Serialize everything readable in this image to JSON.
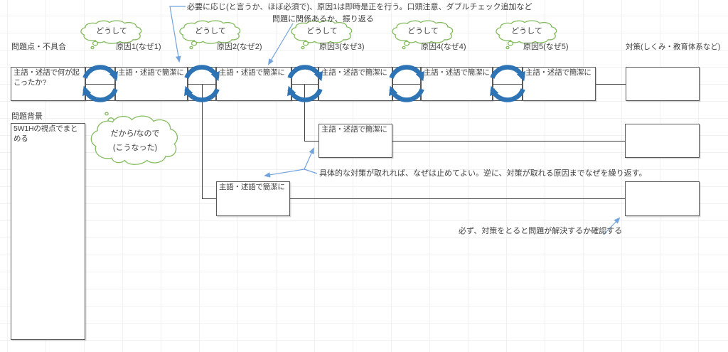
{
  "annotations": {
    "immediate_fix": "必要に応じ(と言うか、ほぼ必須で)、原因1は即時是正を行う。口頭注意、ダブルチェック追加など",
    "relevance_check": "問題に関係あるか、振り返る",
    "stop_rule": "具体的な対策が取れれば、なぜは止めてよい。逆に、対策が取れる原因までなぜを繰り返す。",
    "verify": "必ず、対策をとると問題が解決するか確認する"
  },
  "headers": {
    "problem": "問題点・不具合",
    "causes": [
      "原因1(なぜ1)",
      "原因2(なぜ2)",
      "原因3(なぜ3)",
      "原因4(なぜ4)",
      "原因5(なぜ5)"
    ],
    "countermeasure": "対策(しくみ・教育体系など)",
    "background": "問題背景"
  },
  "clouds": {
    "why_label": "どうして",
    "result_line1": "だから/なので",
    "result_line2": "(こうなった)"
  },
  "boxes": {
    "problem_hint": "主語・述語で何が起こったか?",
    "cause_hint": "主語・述語で簡潔に",
    "background_hint": "5W1Hの視点でまとめる"
  },
  "colors": {
    "box_border": "#595959",
    "cycle_arrow": "#2E74B5",
    "thin_arrow": "#71A3DC",
    "cloud_outline": "#84BB5E",
    "text": "#3f3f3f",
    "gridline": "#f1f1f1"
  }
}
